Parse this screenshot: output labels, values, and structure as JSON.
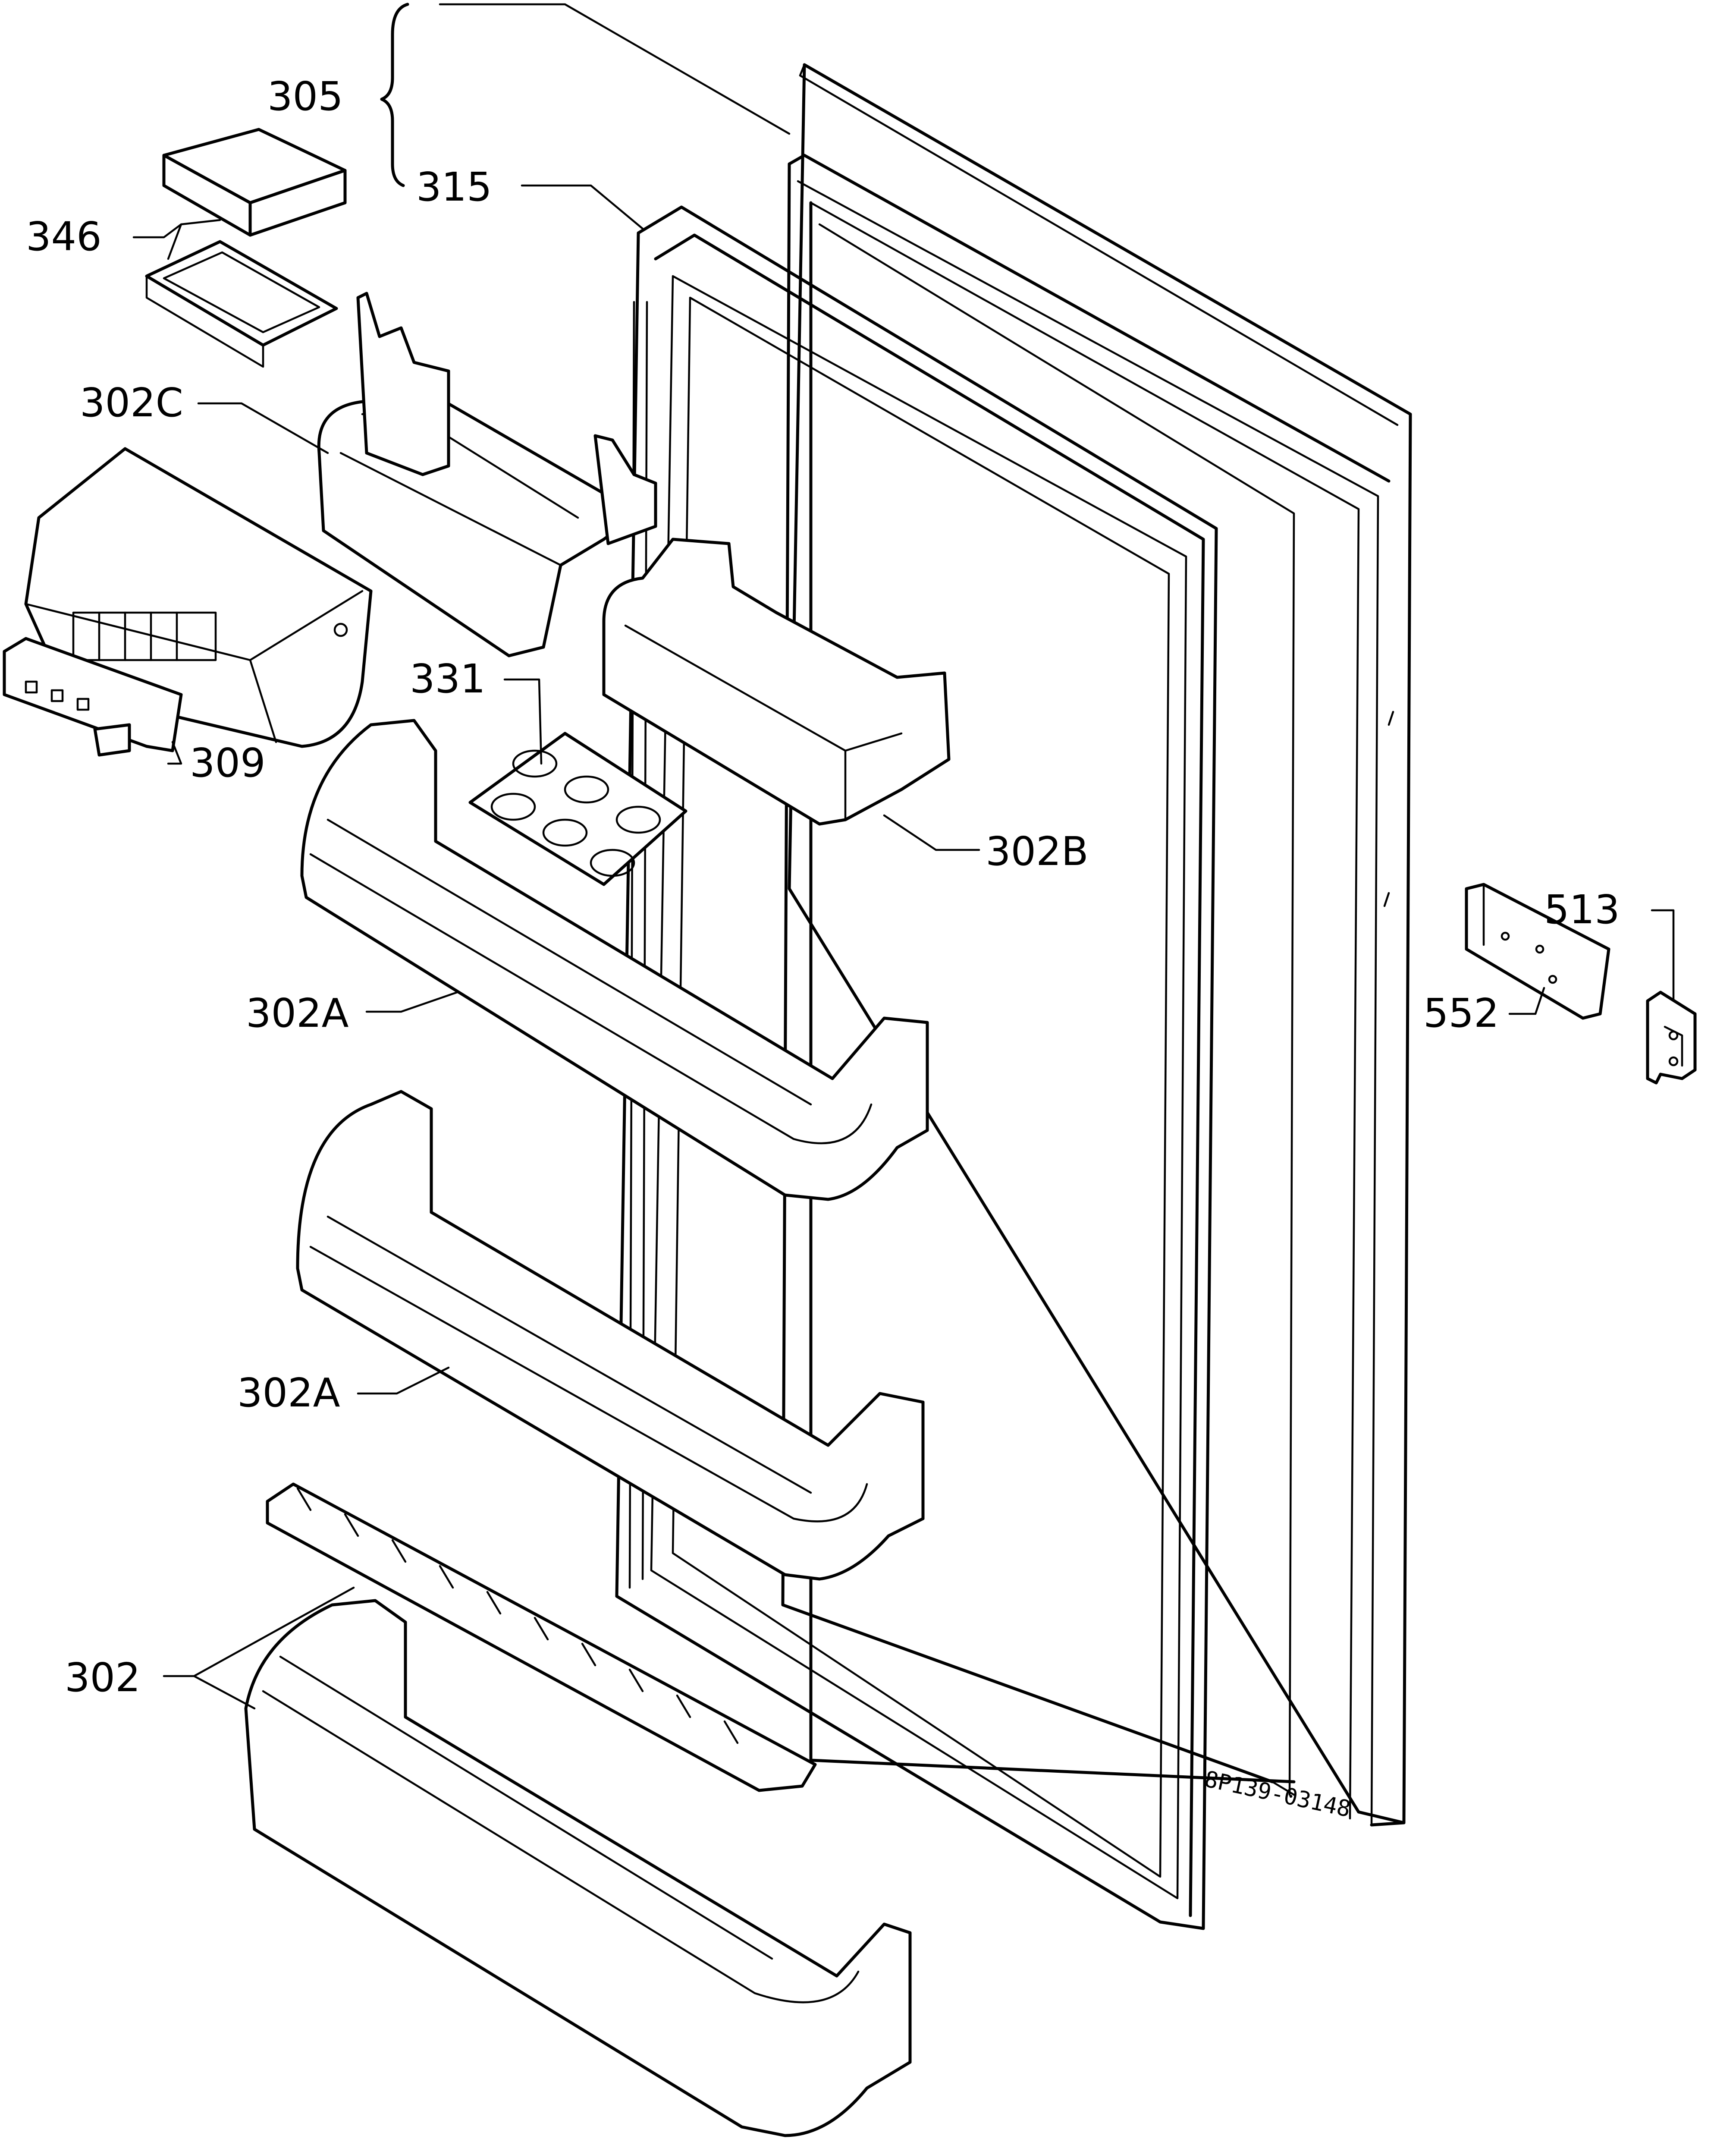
{
  "diagram": {
    "labels": {
      "p305": "305",
      "p315": "315",
      "p346": "346",
      "p302c": "302C",
      "p331": "331",
      "p309": "309",
      "p302b": "302B",
      "p513": "513",
      "p552": "552",
      "p302a_upper": "302A",
      "p302a_lower": "302A",
      "p302": "302"
    },
    "drawing_code": "8P139-03148"
  }
}
